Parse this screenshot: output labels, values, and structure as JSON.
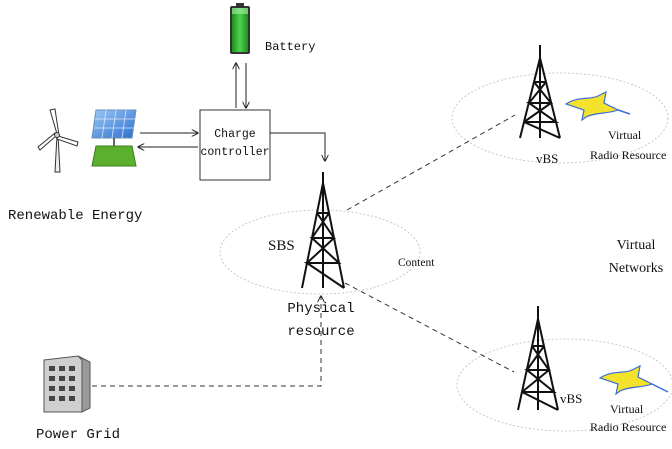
{
  "labels": {
    "battery": "Battery",
    "charge_controller_line1": "Charge",
    "charge_controller_line2": "controller",
    "renewable_energy": "Renewable Energy",
    "sbs": "SBS",
    "content": "Content",
    "physical_line1": "Physical",
    "physical_line2": "resource",
    "vbs_top": "vBS",
    "vbs_bottom": "vBS",
    "virtual_radio_top_line1": "Virtual",
    "virtual_radio_top_line2": "Radio Resource",
    "virtual_radio_bottom_line1": "Virtual",
    "virtual_radio_bottom_line2": "Radio Resource",
    "virtual_networks_line1": "Virtual",
    "virtual_networks_line2": "Networks",
    "power_grid": "Power Grid"
  },
  "colors": {
    "battery_green": "#2db52d",
    "lightning_yellow": "#f5e22a",
    "lightning_blue": "#3b6fd8",
    "solar_blue": "#4a8fe0",
    "grass_green": "#5cb030",
    "ellipse_stroke": "#c8c8c8"
  }
}
